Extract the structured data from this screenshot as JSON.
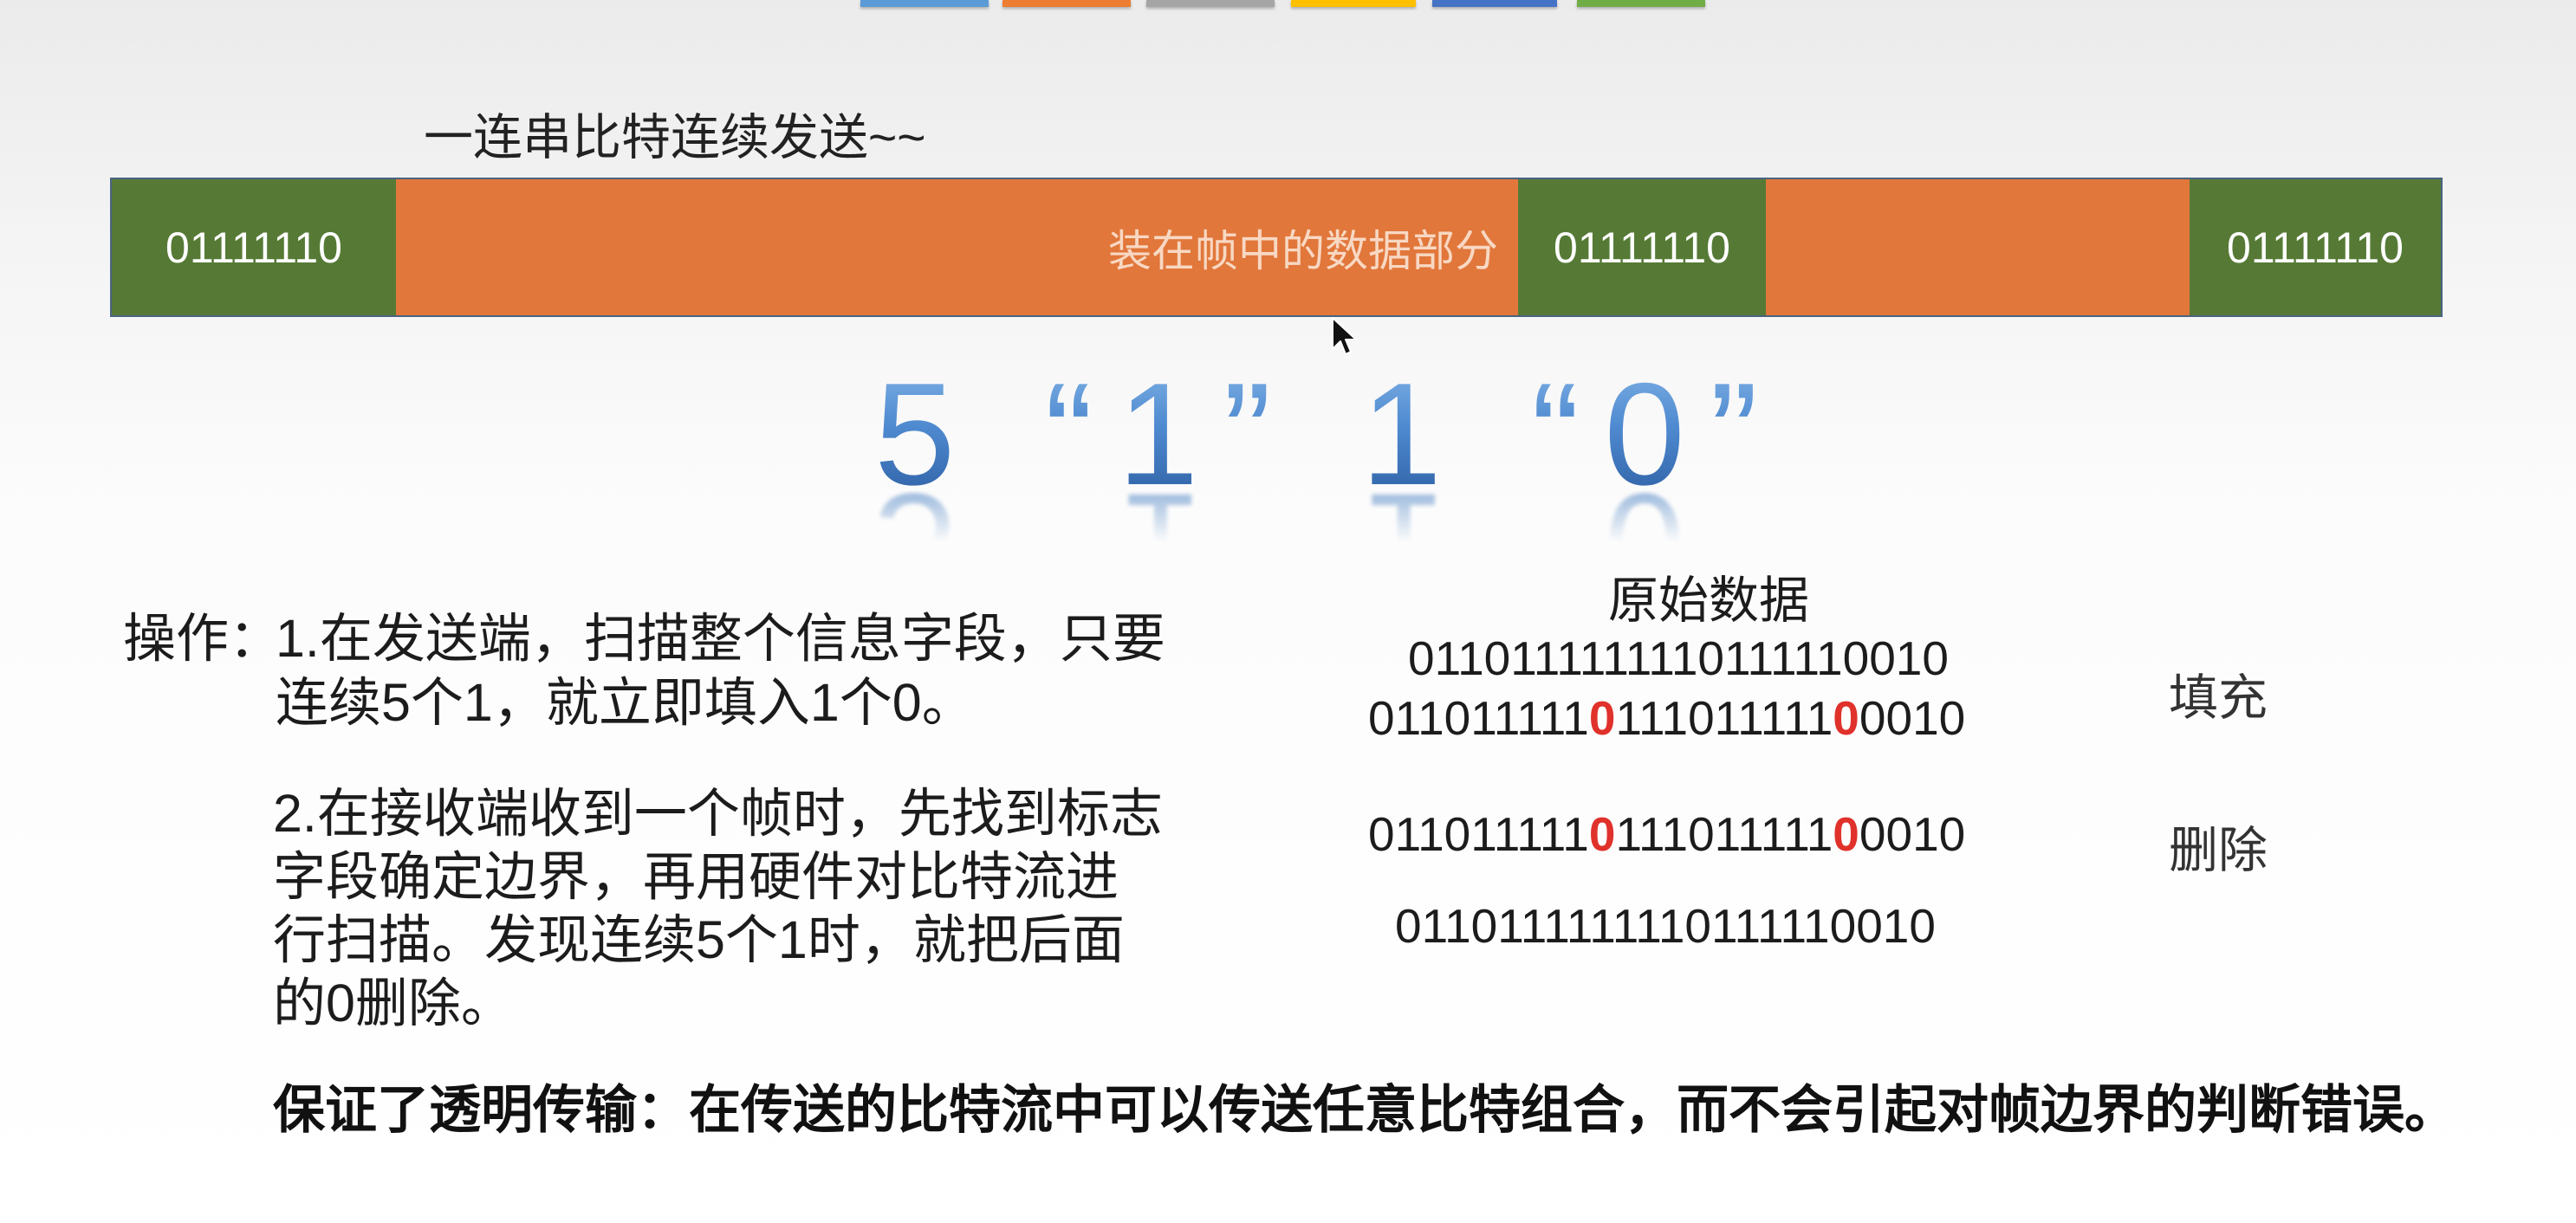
{
  "slide": {
    "nav_tabs": [
      {
        "color": "#5b9bd5"
      },
      {
        "color": "#ed7d31"
      },
      {
        "color": "#a5a5a5"
      },
      {
        "color": "#ffc000"
      },
      {
        "color": "#4472c4"
      },
      {
        "color": "#70ad47"
      }
    ],
    "colors": {
      "flag": "#567a36",
      "data": "#e1773b",
      "inserted_bit": "#e0312b",
      "big_text": "#4a85c8"
    },
    "title": "一连串比特连续发送~~",
    "frame": {
      "segments": [
        {
          "label": "01111110"
        },
        {
          "label": "装在帧中的数据部分"
        },
        {
          "label": "01111110"
        },
        {
          "label": ""
        },
        {
          "label": "01111110"
        }
      ]
    },
    "big_text": "5 “1” 1 “0”",
    "cursor_icon": "mouse-pointer-icon",
    "operation": {
      "label": "操作：",
      "step1": [
        "1.在发送端，扫描整个信息字段，只要",
        "连续5个1，就立即填入1个0。"
      ],
      "step2": [
        "2.在接收端收到一个帧时，先找到标志",
        "字段确定边界，再用硬件对比特流进",
        "行扫描。发现连续5个1时，就把后面",
        "的0删除。"
      ]
    },
    "example": {
      "header": "原始数据",
      "original": "0110111111110111110010",
      "stuff_label": "填充",
      "stuffed": [
        {
          "bits": "011011111",
          "inserted": false
        },
        {
          "bits": "0",
          "inserted": true
        },
        {
          "bits": "111011111",
          "inserted": false
        },
        {
          "bits": "0",
          "inserted": true
        },
        {
          "bits": "0010",
          "inserted": false
        }
      ],
      "delete_label": "删除",
      "received": [
        {
          "bits": "011011111",
          "inserted": false
        },
        {
          "bits": "0",
          "inserted": true
        },
        {
          "bits": "111011111",
          "inserted": false
        },
        {
          "bits": "0",
          "inserted": true
        },
        {
          "bits": "0010",
          "inserted": false
        }
      ],
      "restored": "0110111111110111110010"
    },
    "conclusion": "保证了透明传输：在传送的比特流中可以传送任意比特组合，而不会引起对帧边界的判断错误。"
  }
}
